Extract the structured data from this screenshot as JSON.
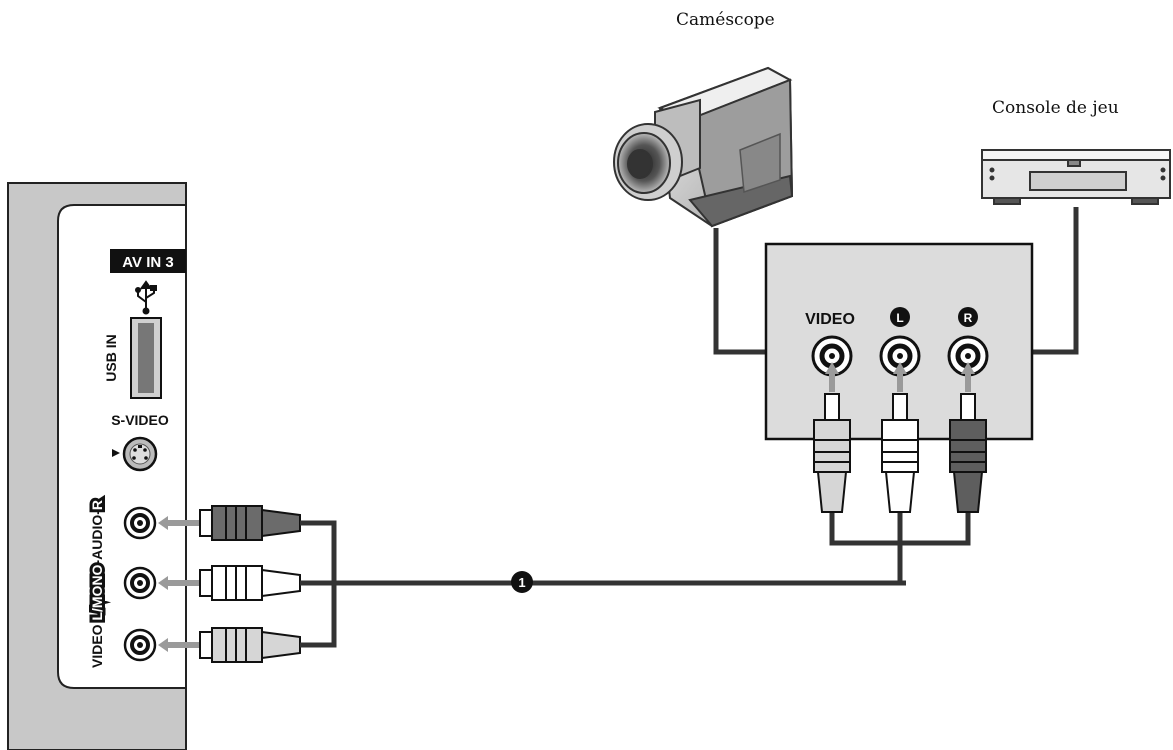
{
  "devices": {
    "camcorder_label": "Caméscope",
    "console_label": "Console de jeu"
  },
  "tv_panel": {
    "av_in_label": "AV IN 3",
    "usb_label": "USB IN",
    "svideo_label": "S-VIDEO",
    "rca_label_video": "VIDEO",
    "rca_label_mono": "L/MONO",
    "rca_label_audio": "-AUDIO-",
    "rca_label_r": "R"
  },
  "connector_box": {
    "video_label": "VIDEO",
    "left_label": "L",
    "right_label": "R"
  },
  "cable_marker": "1",
  "colors": {
    "panel_gray": "#c8c8c8",
    "box_gray": "#dcdcdc",
    "cable": "#333333",
    "arrow_gray": "#9a9a9a"
  }
}
